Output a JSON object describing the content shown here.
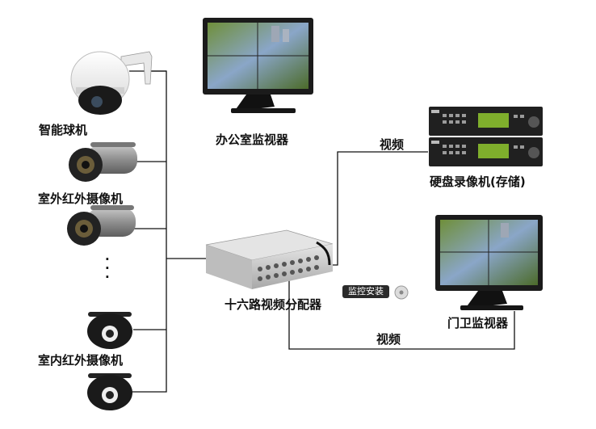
{
  "labels": {
    "smart_dome": "智能球机",
    "outdoor_ir": "室外红外摄像机",
    "indoor_ir": "室内红外摄像机",
    "office_monitor": "办公室监视器",
    "dvr": "硬盘录像机(存储)",
    "distributor": "十六路视频分配器",
    "gate_monitor": "门卫监视器",
    "video_top": "视频",
    "video_bottom": "视频",
    "ellipsis_dots": "·\n·\n·"
  },
  "badge_text": "监控安装",
  "colors": {
    "line": "#111111",
    "camera_body": "#8a8a8a",
    "dome_black": "#1a1a1a",
    "monitor_frame": "#1b1b1b",
    "dvr_body": "#202020",
    "distributor_body": "#cfcfcf"
  }
}
